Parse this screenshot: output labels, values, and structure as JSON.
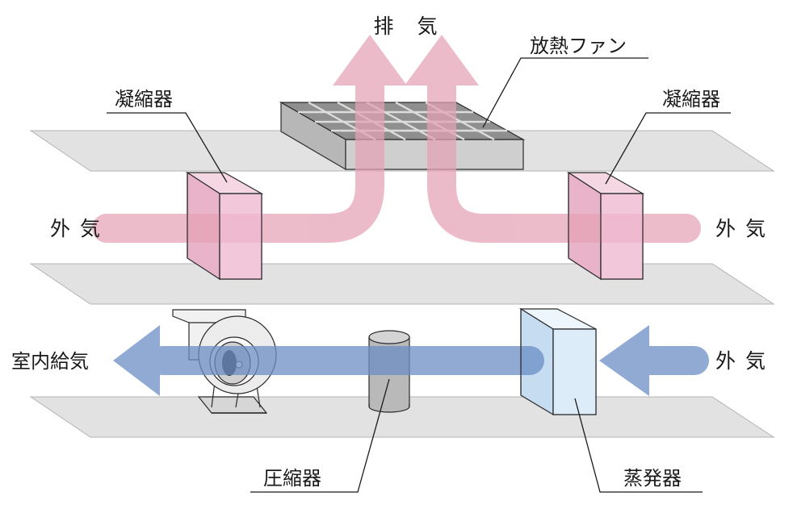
{
  "labels": {
    "exhaust": "排　気",
    "heat_fan": "放熱ファン",
    "condenser_left": "凝縮器",
    "condenser_right": "凝縮器",
    "outside_air_left": "外 気",
    "outside_air_right_top": "外 気",
    "outside_air_right_bottom": "外 気",
    "indoor_supply": "室内給気",
    "compressor": "圧縮器",
    "evaporator": "蒸発器"
  },
  "colors": {
    "hot_air": "#e6a2b6",
    "cool_air": "#6b8ec6",
    "condenser": "#f2c7da",
    "evaporator": "#dcecf9",
    "platform": "#e2e2e2",
    "compressor": "#b9b9b9",
    "fan_body": "#e4e4e4"
  },
  "icons": [
    "exhaust-arrow",
    "heat-fan-grille",
    "condenser-box",
    "evaporator-box",
    "compressor-cylinder",
    "blower-fan",
    "supply-arrow"
  ]
}
